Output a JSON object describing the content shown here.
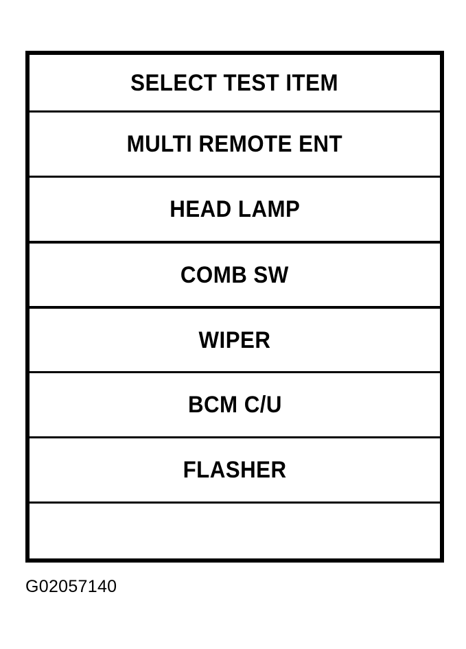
{
  "figure": {
    "caption_id": "G02057140",
    "border_color": "#000000",
    "background_color": "#ffffff"
  },
  "menu": {
    "title": "SELECT TEST ITEM",
    "rows": [
      {
        "label": "SELECT TEST ITEM",
        "empty": false
      },
      {
        "label": "MULTI REMOTE ENT",
        "empty": false
      },
      {
        "label": "HEAD LAMP",
        "empty": false
      },
      {
        "label": "COMB SW",
        "empty": false
      },
      {
        "label": "WIPER",
        "empty": false
      },
      {
        "label": "BCM C/U",
        "empty": false
      },
      {
        "label": "FLASHER",
        "empty": false
      },
      {
        "label": "",
        "empty": true
      }
    ]
  }
}
